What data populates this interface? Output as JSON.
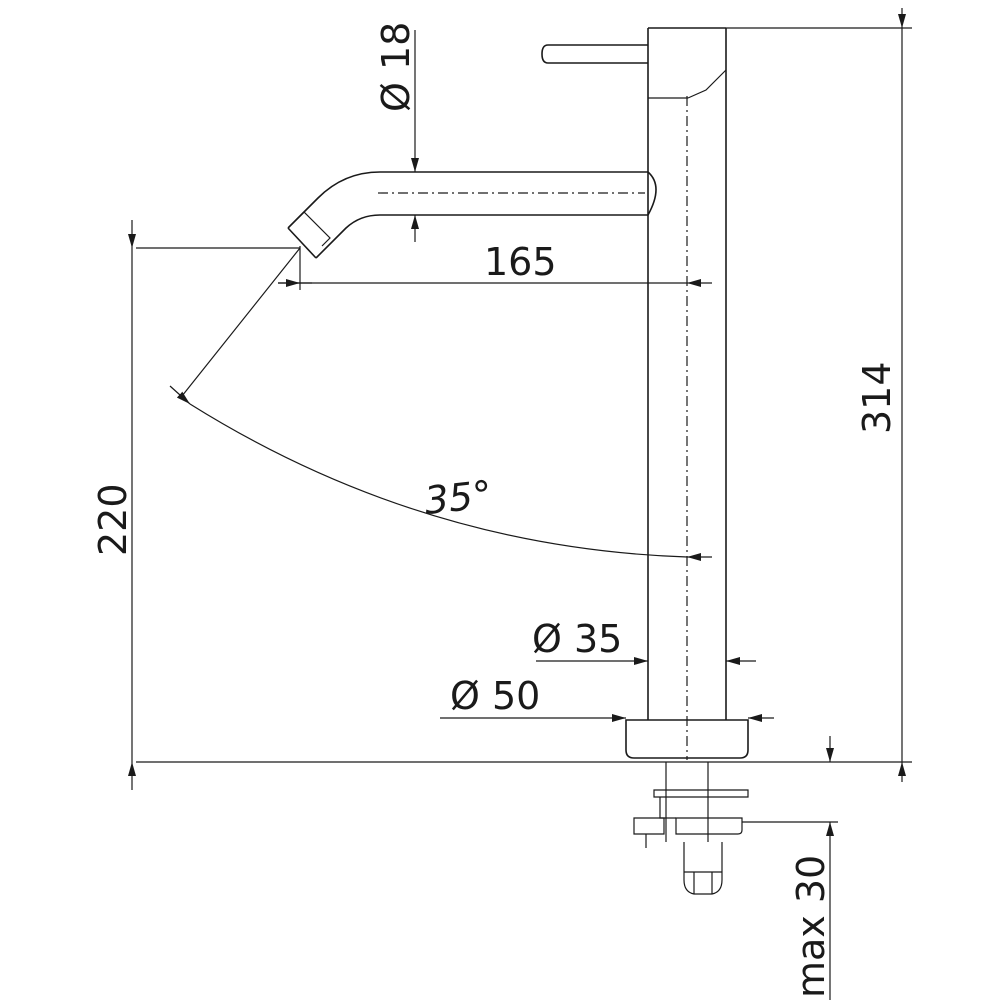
{
  "dimensions": {
    "spout_diameter": "Ø 18",
    "spout_reach": "165",
    "total_height": "314",
    "spout_height": "220",
    "swivel_angle": "35°",
    "body_diameter": "Ø 35",
    "base_diameter": "Ø 50",
    "max_deck_thickness": "max 30"
  },
  "colors": {
    "line": "#1a1a1a",
    "background": "#ffffff"
  }
}
